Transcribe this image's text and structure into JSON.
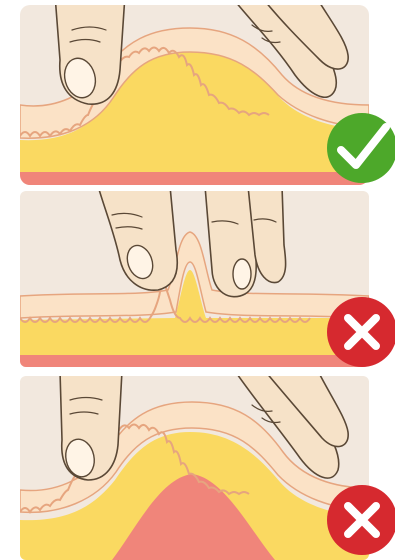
{
  "colors": {
    "background": "#f2e8de",
    "skin": "#fbe2c6",
    "skin_outline": "#5a4836",
    "dermis_line": "#e6a57f",
    "fat": "#fad961",
    "muscle": "#f0857a",
    "finger": "#f6e2c8",
    "nail": "#fff4e6",
    "correct": "#4da82a",
    "wrong": "#d6292f",
    "mark": "#ffffff"
  },
  "panels": [
    {
      "verdict": "correct",
      "icon": "checkmark-icon",
      "depiction": "skin-fold-with-fat-layer"
    },
    {
      "verdict": "wrong",
      "icon": "cross-icon",
      "depiction": "pinch-too-shallow-skin-only"
    },
    {
      "verdict": "wrong",
      "icon": "cross-icon",
      "depiction": "pinch-too-deep-includes-muscle"
    }
  ]
}
